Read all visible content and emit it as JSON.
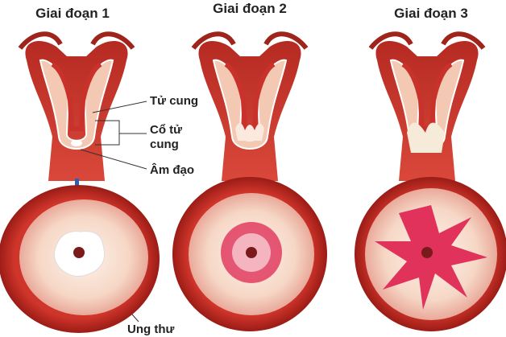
{
  "stages": [
    {
      "title": "Giai đoạn 1"
    },
    {
      "title": "Giai đoạn 2"
    },
    {
      "title": "Giai đoạn 3"
    }
  ],
  "labels": {
    "uterus": "Tử cung",
    "cervix_line1": "Cổ tử",
    "cervix_line2": "cung",
    "vagina": "Âm đạo",
    "cancer": "Ung thư"
  },
  "colors": {
    "tissue_red": "#c8322a",
    "tissue_light": "#f3c9b4",
    "arrow_blue": "#2b5fb0",
    "lesion_pink": "#e0325a"
  }
}
